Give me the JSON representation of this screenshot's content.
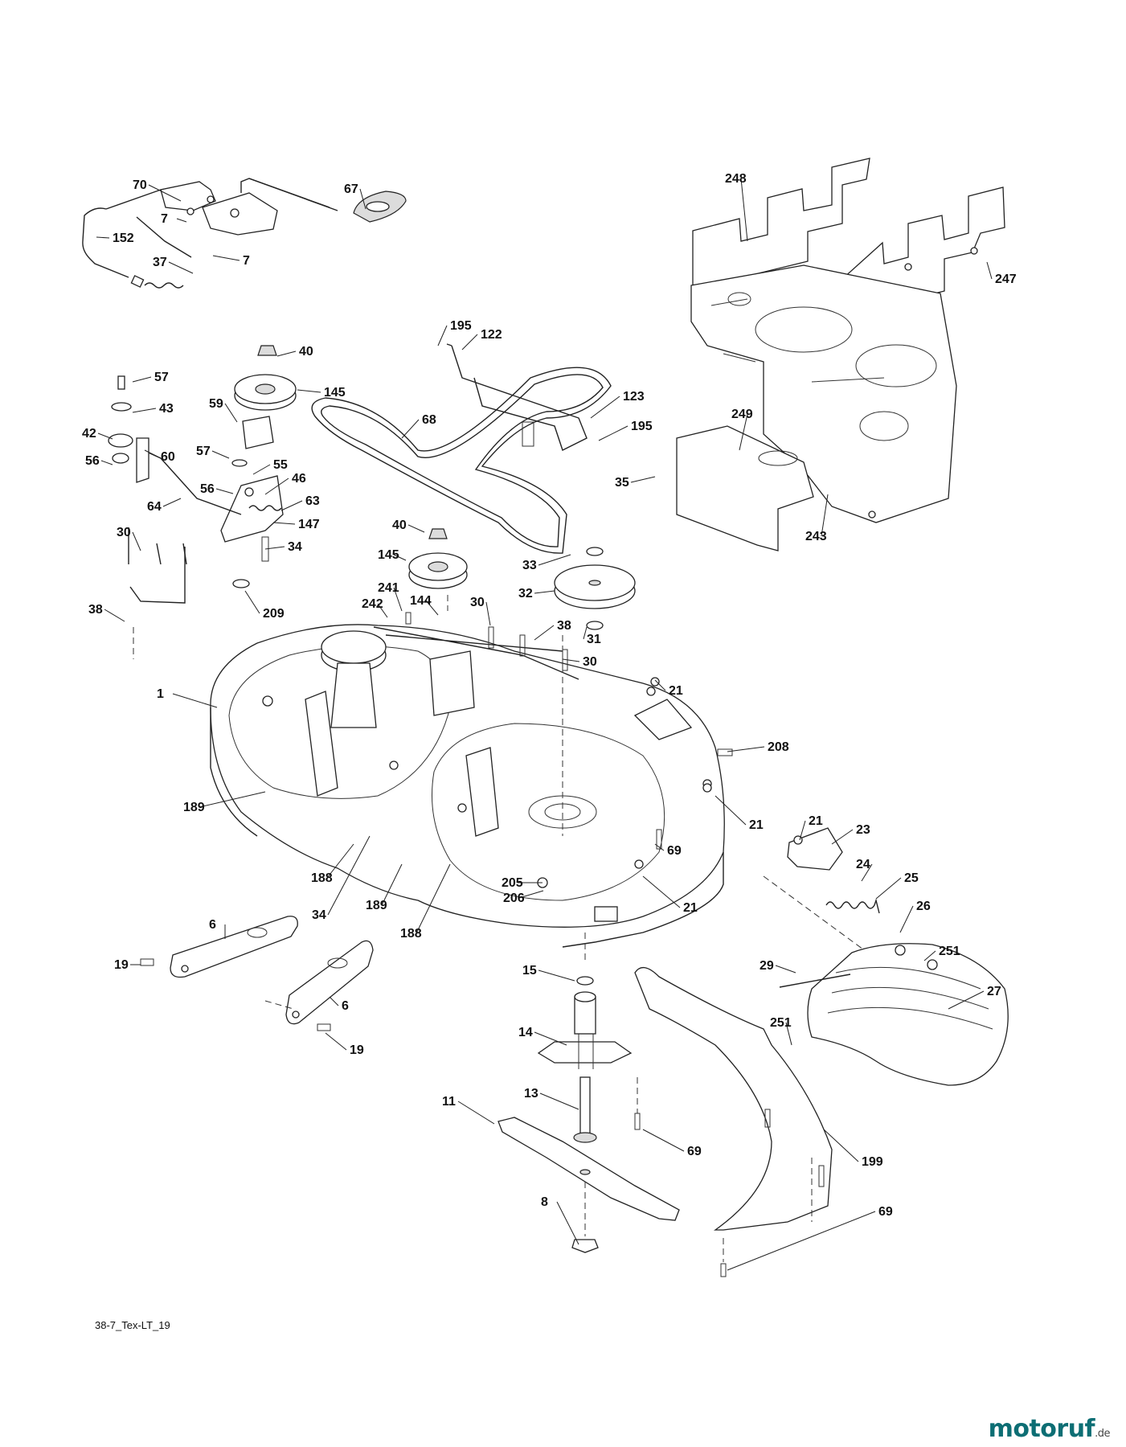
{
  "drawing_code": "38-7_Tex-LT_19",
  "watermark": {
    "brand": "motoruf",
    "suffix": ".de",
    "accent_color": "#0d6e74"
  },
  "callouts": [
    {
      "id": "c70",
      "label": "70"
    },
    {
      "id": "c67",
      "label": "67"
    },
    {
      "id": "c7a",
      "label": "7"
    },
    {
      "id": "c7b",
      "label": "7"
    },
    {
      "id": "c152",
      "label": "152"
    },
    {
      "id": "c37",
      "label": "37"
    },
    {
      "id": "c248",
      "label": "248"
    },
    {
      "id": "c247",
      "label": "247"
    },
    {
      "id": "c195a",
      "label": "195"
    },
    {
      "id": "c122",
      "label": "122"
    },
    {
      "id": "c40a",
      "label": "40"
    },
    {
      "id": "c57a",
      "label": "57"
    },
    {
      "id": "c43",
      "label": "43"
    },
    {
      "id": "c145a",
      "label": "145"
    },
    {
      "id": "c59",
      "label": "59"
    },
    {
      "id": "c123",
      "label": "123"
    },
    {
      "id": "c68",
      "label": "68"
    },
    {
      "id": "c195b",
      "label": "195"
    },
    {
      "id": "c249",
      "label": "249"
    },
    {
      "id": "c42",
      "label": "42"
    },
    {
      "id": "c57b",
      "label": "57"
    },
    {
      "id": "c56a",
      "label": "56"
    },
    {
      "id": "c60",
      "label": "60"
    },
    {
      "id": "c55",
      "label": "55"
    },
    {
      "id": "c46",
      "label": "46"
    },
    {
      "id": "c56b",
      "label": "56"
    },
    {
      "id": "c35",
      "label": "35"
    },
    {
      "id": "c63",
      "label": "63"
    },
    {
      "id": "c64",
      "label": "64"
    },
    {
      "id": "c147",
      "label": "147"
    },
    {
      "id": "c243",
      "label": "243"
    },
    {
      "id": "c30a",
      "label": "30"
    },
    {
      "id": "c34a",
      "label": "34"
    },
    {
      "id": "c40b",
      "label": "40"
    },
    {
      "id": "c33",
      "label": "33"
    },
    {
      "id": "c209",
      "label": "209"
    },
    {
      "id": "c145b",
      "label": "145"
    },
    {
      "id": "c32",
      "label": "32"
    },
    {
      "id": "c38a",
      "label": "38"
    },
    {
      "id": "c241",
      "label": "241"
    },
    {
      "id": "c242",
      "label": "242"
    },
    {
      "id": "c144",
      "label": "144"
    },
    {
      "id": "c30b",
      "label": "30"
    },
    {
      "id": "c31",
      "label": "31"
    },
    {
      "id": "c38b",
      "label": "38"
    },
    {
      "id": "c30c",
      "label": "30"
    },
    {
      "id": "c1",
      "label": "1"
    },
    {
      "id": "c21a",
      "label": "21"
    },
    {
      "id": "c208",
      "label": "208"
    },
    {
      "id": "c189a",
      "label": "189"
    },
    {
      "id": "c21b",
      "label": "21"
    },
    {
      "id": "c21c",
      "label": "21"
    },
    {
      "id": "c23",
      "label": "23"
    },
    {
      "id": "c69a",
      "label": "69"
    },
    {
      "id": "c24",
      "label": "24"
    },
    {
      "id": "c188a",
      "label": "188"
    },
    {
      "id": "c25",
      "label": "25"
    },
    {
      "id": "c189b",
      "label": "189"
    },
    {
      "id": "c205",
      "label": "205"
    },
    {
      "id": "c206",
      "label": "206"
    },
    {
      "id": "c21d",
      "label": "21"
    },
    {
      "id": "c34b",
      "label": "34"
    },
    {
      "id": "c188b",
      "label": "188"
    },
    {
      "id": "c26",
      "label": "26"
    },
    {
      "id": "c6a",
      "label": "6"
    },
    {
      "id": "c19a",
      "label": "19"
    },
    {
      "id": "c251a",
      "label": "251"
    },
    {
      "id": "c29",
      "label": "29"
    },
    {
      "id": "c15",
      "label": "15"
    },
    {
      "id": "c27",
      "label": "27"
    },
    {
      "id": "c6b",
      "label": "6"
    },
    {
      "id": "c19b",
      "label": "19"
    },
    {
      "id": "c14",
      "label": "14"
    },
    {
      "id": "c251b",
      "label": "251"
    },
    {
      "id": "c11",
      "label": "11"
    },
    {
      "id": "c13",
      "label": "13"
    },
    {
      "id": "c69b",
      "label": "69"
    },
    {
      "id": "c199",
      "label": "199"
    },
    {
      "id": "c8",
      "label": "8"
    },
    {
      "id": "c69c",
      "label": "69"
    }
  ]
}
